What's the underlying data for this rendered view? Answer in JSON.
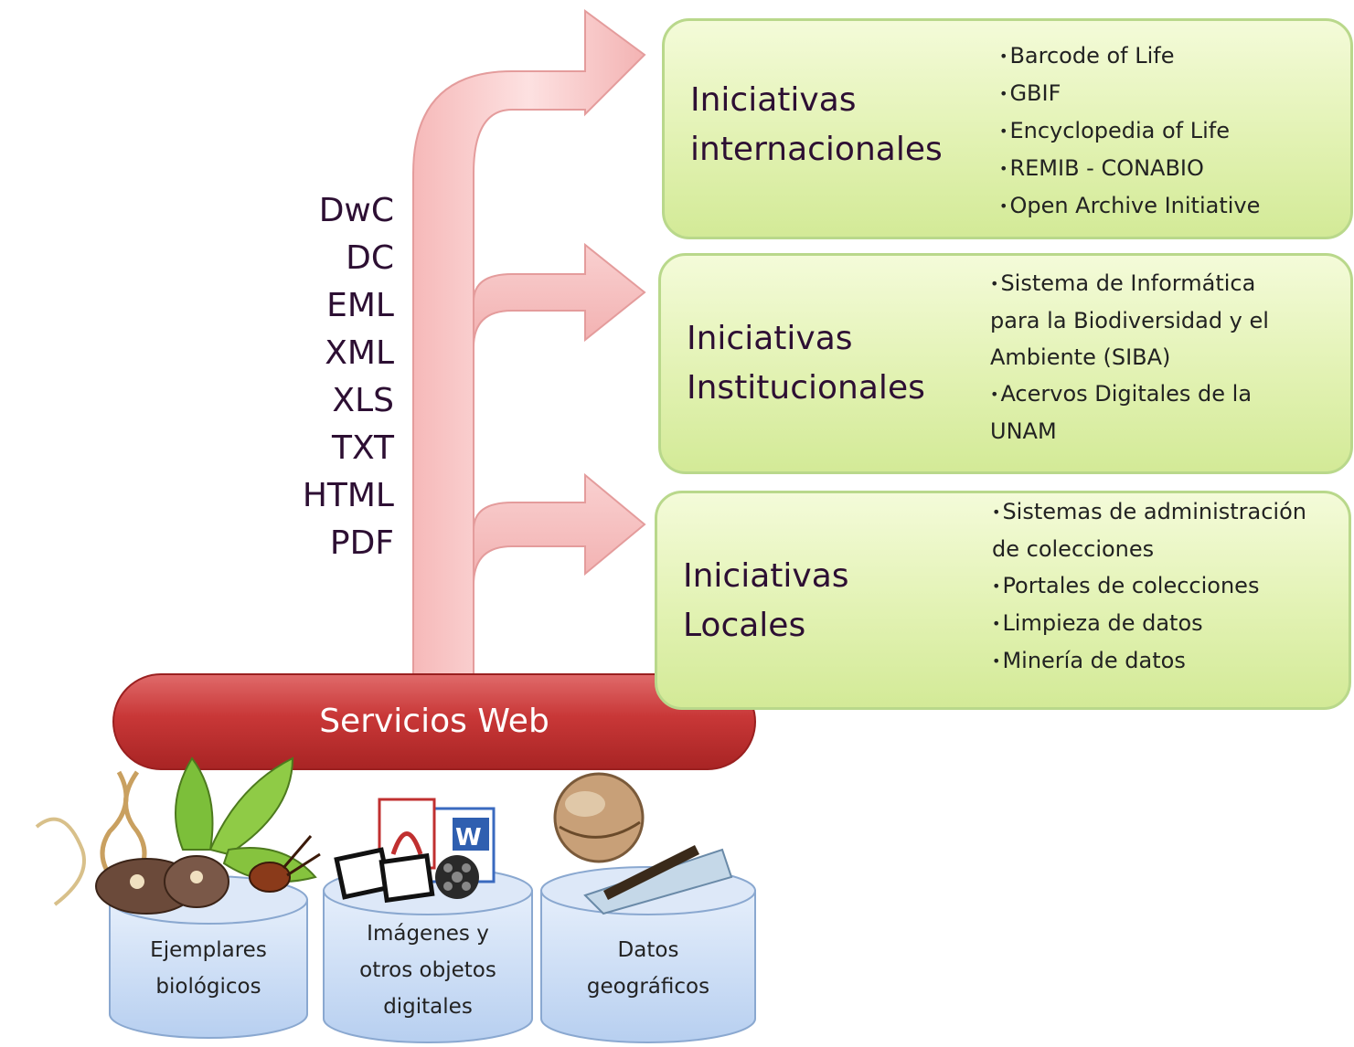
{
  "formats": [
    "DwC",
    "DC",
    "EML",
    "XML",
    "XLS",
    "TXT",
    "HTML",
    "PDF"
  ],
  "web_services": {
    "label": "Servicios Web"
  },
  "initiatives": [
    {
      "title_lines": [
        "Iniciativas",
        "internacionales"
      ],
      "items": [
        "Barcode of Life",
        "GBIF",
        "Encyclopedia of Life",
        "REMIB - CONABIO",
        "Open Archive Initiative"
      ]
    },
    {
      "title_lines": [
        "Iniciativas",
        "Institucionales"
      ],
      "items": [
        "Sistema de Informática para la Biodiversidad y el Ambiente (SIBA)",
        "Acervos Digitales de la UNAM"
      ]
    },
    {
      "title_lines": [
        "Iniciativas",
        "Locales"
      ],
      "items": [
        "Sistemas de administración de colecciones",
        "Portales de colecciones",
        "Limpieza de datos",
        "Minería de datos"
      ]
    }
  ],
  "databases": [
    {
      "label_lines": [
        "Ejemplares",
        "biológicos"
      ],
      "icon": "specimens-icon"
    },
    {
      "label_lines": [
        "Imágenes y",
        "otros objetos",
        "digitales"
      ],
      "icon": "digital-objects-icon"
    },
    {
      "label_lines": [
        "Datos",
        "geográficos"
      ],
      "icon": "globe-icon"
    }
  ],
  "colors": {
    "arrow_fill": "#f8c8c8",
    "arrow_stroke": "#e49c9c",
    "web_services_bar": "#c83737",
    "box_fill": "#e2f2b3",
    "box_border": "#b9d88b",
    "database_fill": "#c8dcf4",
    "database_stroke": "#8aa8d0",
    "text_dark": "#2d0f33"
  }
}
